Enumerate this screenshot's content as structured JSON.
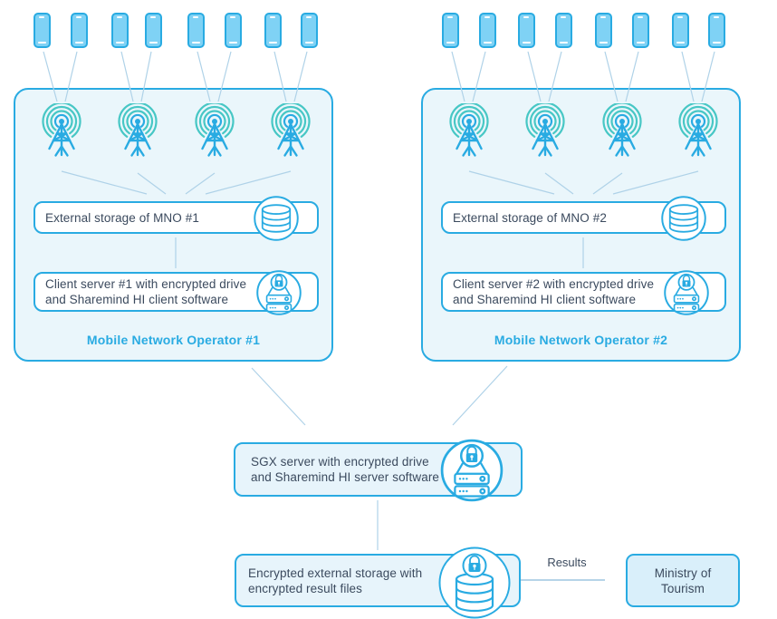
{
  "mno1": {
    "title": "Mobile Network Operator #1",
    "storage_label": "External storage of MNO #1",
    "server_line1": "Client server #1 with encrypted drive",
    "server_line2": "and Sharemind HI client software"
  },
  "mno2": {
    "title": "Mobile Network Operator #2",
    "storage_label": "External storage of MNO #2",
    "server_line1": "Client server #2 with encrypted drive",
    "server_line2": "and Sharemind HI client software"
  },
  "sgx": {
    "line1": "SGX server with encrypted drive",
    "line2": "and Sharemind HI server software"
  },
  "result_storage": {
    "line1": "Encrypted external storage with",
    "line2": "encrypted result files"
  },
  "flow": {
    "results_label": "Results"
  },
  "ministry": {
    "line1": "Ministry of",
    "line2": "Tourism"
  },
  "icons": {
    "phone": "phone-icon",
    "antenna": "cell-tower-icon",
    "database": "database-icon",
    "lock_server": "encrypted-server-icon",
    "lock_database": "encrypted-database-icon"
  },
  "colors": {
    "accent_blue": "#29ABE2",
    "teal": "#47C7C5",
    "panel_fill": "#EAF6FB",
    "tint_fill": "#E7F4FB",
    "ministry_fill": "#D9EFFA",
    "phone_fill": "#7FD2F5",
    "text_dark": "#3B4A5E",
    "connector": "#AFD2E8"
  }
}
